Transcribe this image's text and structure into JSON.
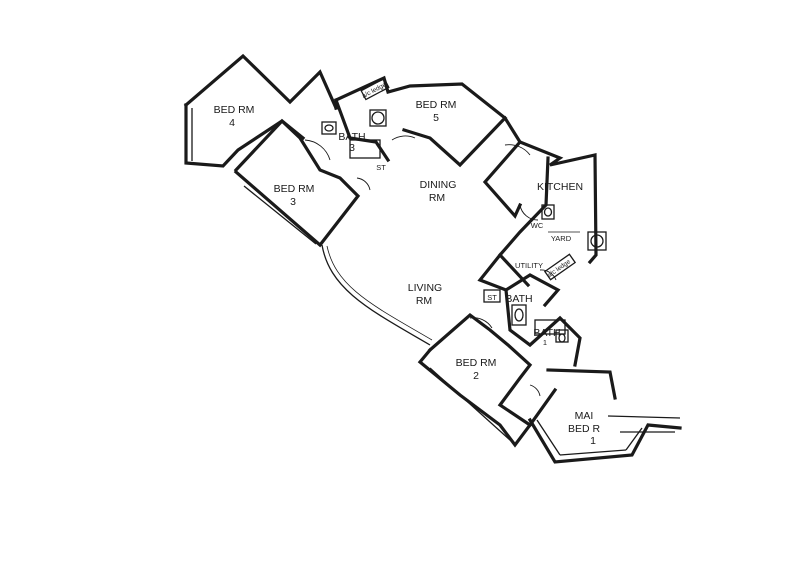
{
  "floor_plan": {
    "rooms": {
      "bed4": {
        "name": "BED RM",
        "number": "4"
      },
      "bed5": {
        "name": "BED RM",
        "number": "5"
      },
      "bed3": {
        "name": "BED RM",
        "number": "3"
      },
      "bed2": {
        "name": "BED RM",
        "number": "2"
      },
      "master": {
        "name1": "MAI",
        "name2": "BED R",
        "number": "1"
      },
      "dining": {
        "name": "DINING",
        "suffix": "RM"
      },
      "living": {
        "name": "LIVING",
        "suffix": "RM"
      },
      "kitchen": {
        "name": "KITCHEN"
      },
      "yard": {
        "name": "YARD"
      },
      "utility": {
        "name": "UTILITY"
      },
      "wc": {
        "name": "WC"
      },
      "bath3": {
        "name": "BATH",
        "number": "3"
      },
      "bath2": {
        "name": "BATH"
      },
      "bath1": {
        "name": "BATH",
        "number": "1"
      },
      "st_upper": {
        "name": "ST"
      },
      "st_lower": {
        "name": "ST"
      }
    },
    "ledges": {
      "ac_ledge": "a/c ledge",
      "ac_ledge_2": "a/c ledge"
    }
  }
}
